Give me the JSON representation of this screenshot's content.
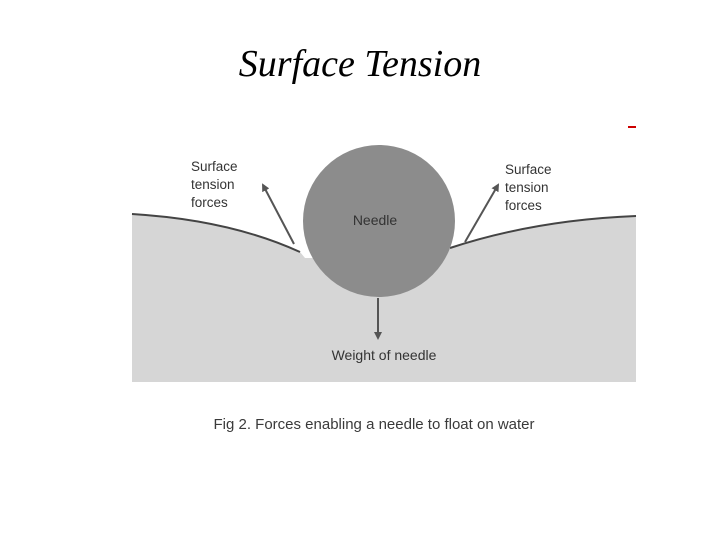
{
  "slide": {
    "title": "Surface Tension"
  },
  "figure": {
    "needle_label": "Needle",
    "left_force_label": [
      "Surface",
      "tension",
      "forces"
    ],
    "right_force_label": [
      "Surface",
      "tension",
      "forces"
    ],
    "weight_label": "Weight of needle",
    "caption": "Fig 2. Forces enabling a needle to float on water"
  },
  "colors": {
    "water": "#d6d6d6",
    "needle": "#8c8c8c",
    "arrow": "#555555",
    "accent": "#cc0000"
  }
}
